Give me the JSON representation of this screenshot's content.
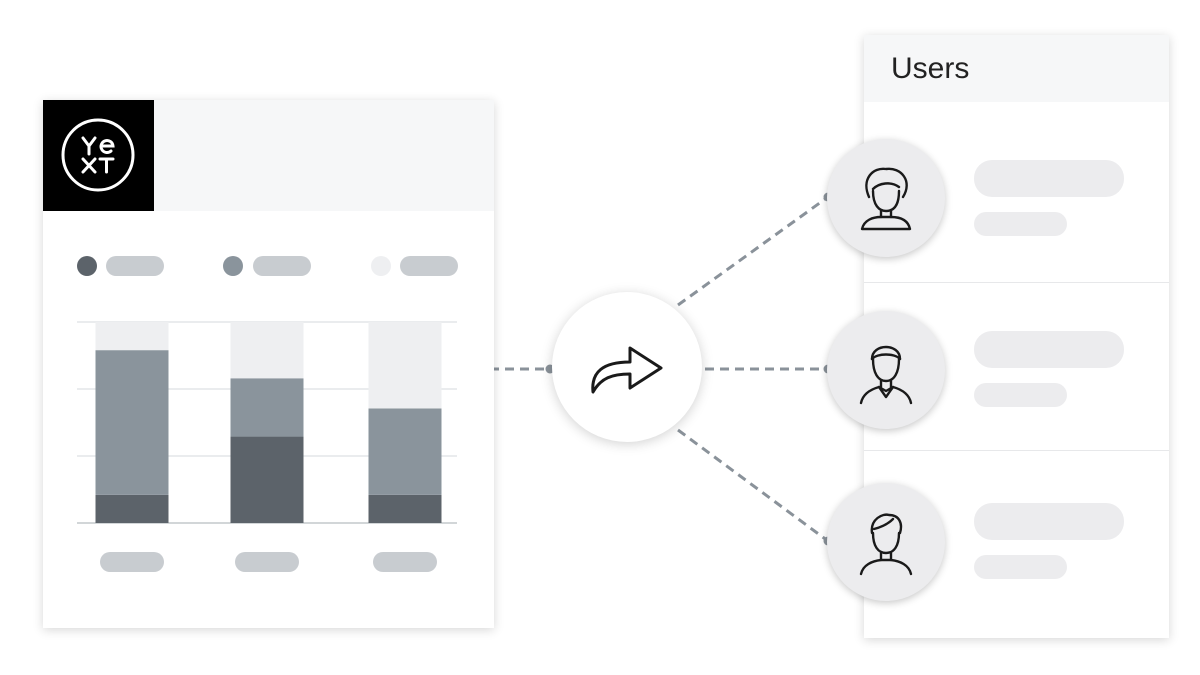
{
  "users_panel": {
    "title": "Users",
    "users": [
      {
        "icon": "user-curly-hair-icon"
      },
      {
        "icon": "user-shirt-collar-icon"
      },
      {
        "icon": "user-short-hair-icon"
      }
    ]
  },
  "dashboard": {
    "logo_text": "YEXT",
    "logo_icon": "yext-logo-icon"
  },
  "share": {
    "icon": "share-arrow-icon"
  },
  "colors": {
    "dark": "#5c636a",
    "mid": "#8a949c",
    "light": "#eeeff1",
    "placeholder": "#c8ccd0",
    "connector": "#8a929a"
  },
  "chart_data": {
    "type": "bar",
    "stacked": true,
    "categories": [
      "",
      "",
      ""
    ],
    "series": [
      {
        "values": [
          14,
          43,
          14
        ]
      },
      {
        "values": [
          72,
          29,
          43
        ]
      },
      {
        "values": [
          14,
          28,
          43
        ]
      }
    ],
    "ylim": [
      0,
      100
    ],
    "grid": true
  }
}
